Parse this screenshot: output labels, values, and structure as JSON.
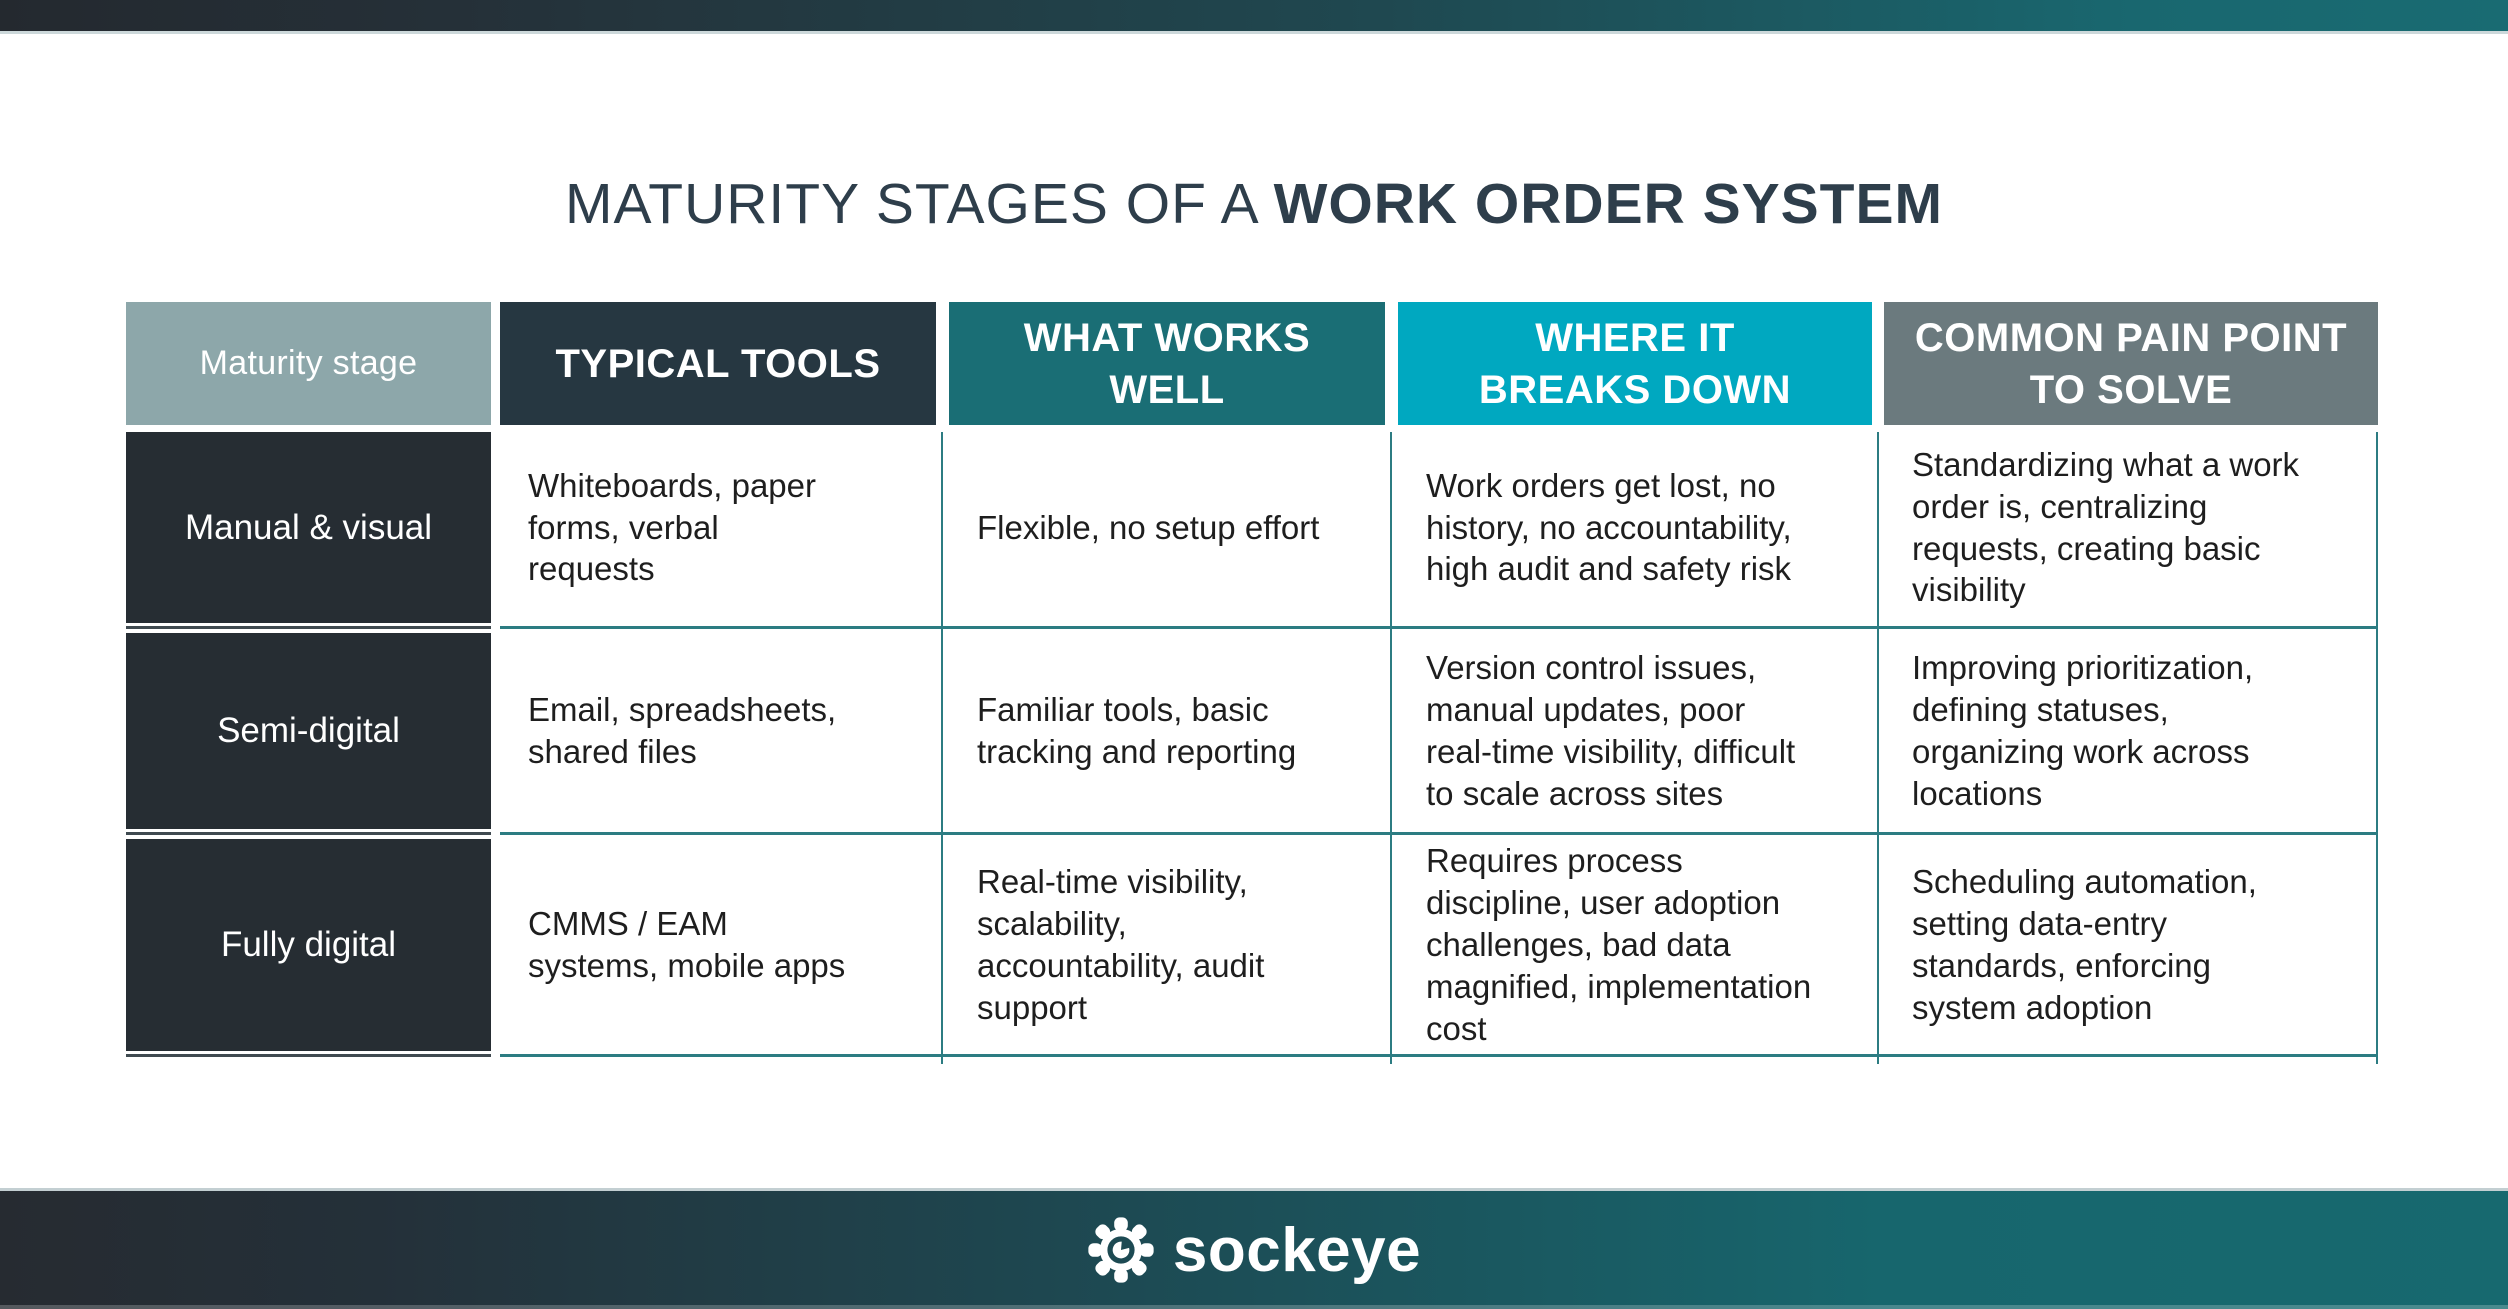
{
  "title": {
    "regular": "MATURITY STAGES OF A",
    "bold": "WORK ORDER SYSTEM"
  },
  "table": {
    "header": [
      {
        "label": "Maturity stage"
      },
      {
        "label": "TYPICAL TOOLS"
      },
      {
        "label": "WHAT WORKS\nWELL"
      },
      {
        "label": "WHERE IT\nBREAKS DOWN"
      },
      {
        "label": "COMMON PAIN POINT\nTO SOLVE"
      }
    ],
    "rows": [
      {
        "stage": "Manual & visual",
        "tools": "Whiteboards, paper\nforms, verbal\nrequests",
        "works": "Flexible, no setup effort",
        "breaks": "Work orders get lost, no\nhistory, no accountability,\nhigh audit and safety risk",
        "pain": "Standardizing what a work\norder is, centralizing\nrequests, creating basic\nvisibility"
      },
      {
        "stage": "Semi-digital",
        "tools": "Email, spreadsheets,\nshared files",
        "works": "Familiar tools, basic\ntracking and reporting",
        "breaks": "Version control issues,\nmanual updates, poor\nreal-time visibility, difficult\nto scale across sites",
        "pain": "Improving prioritization,\ndefining statuses,\norganizing work across\nlocations"
      },
      {
        "stage": "Fully digital",
        "tools": "CMMS / EAM\nsystems, mobile apps",
        "works": "Real-time visibility,\nscalability,\naccountability, audit\nsupport",
        "breaks": "Requires process\ndiscipline, user adoption\nchallenges, bad data\nmagnified, implementation\ncost",
        "pain": "Scheduling automation,\nsetting data-entry\nstandards, enforcing\nsystem adoption"
      }
    ]
  },
  "footer": {
    "brand": "sockeye"
  },
  "colors": {
    "title_text": "#2e3e4b",
    "header_stage_bg": "#8da7aa",
    "header_tools_bg": "#263741",
    "header_works_bg": "#1a6e75",
    "header_breaks_bg": "#00a8c0",
    "header_pain_bg": "#6b7a7e",
    "stage_cell_bg": "#262d33",
    "grid_line_teal": "#2c7c82",
    "stage_divider_dark": "#3f4a50",
    "bar_gradient_left": "#24292f",
    "bar_gradient_right": "#196b72",
    "body_text": "#1e1e1e"
  }
}
